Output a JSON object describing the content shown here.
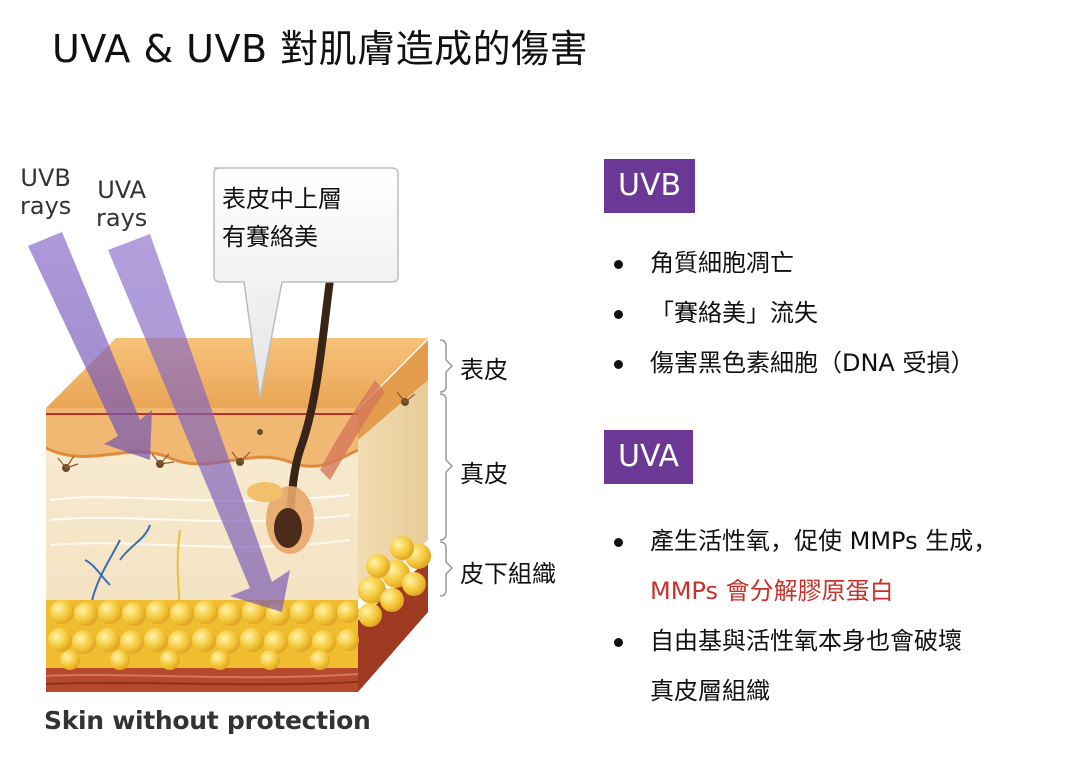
{
  "title": "UVA & UVB 對肌膚造成的傷害",
  "figure": {
    "uvb_label": [
      "UVB",
      "rays"
    ],
    "uva_label": [
      "UVA",
      "rays"
    ],
    "callout": [
      "表皮中上層",
      "有賽絡美"
    ],
    "layers": [
      "表皮",
      "真皮",
      "皮下組織"
    ],
    "caption": "Skin without protection",
    "colors": {
      "ray": "#7b5bb8",
      "epidermis": "#f2b46a",
      "dermis": "#f6e6c8",
      "fat": "#f2c43a",
      "muscle": "#b6482c"
    }
  },
  "uvb": {
    "badge": "UVB",
    "items": [
      "角質細胞凋亡",
      "「賽絡美」流失",
      "傷害黑色素細胞（DNA 受損）"
    ]
  },
  "uva": {
    "badge": "UVA",
    "item1_line1": "產生活性氧，促使 MMPs 生成，",
    "item1_line2": "MMPs 會分解膠原蛋白",
    "item2_line1": "自由基與活性氧本身也會破壞",
    "item2_line2": "真皮層組織"
  },
  "badge_color": "#6b3896",
  "highlight_color": "#c8322a"
}
